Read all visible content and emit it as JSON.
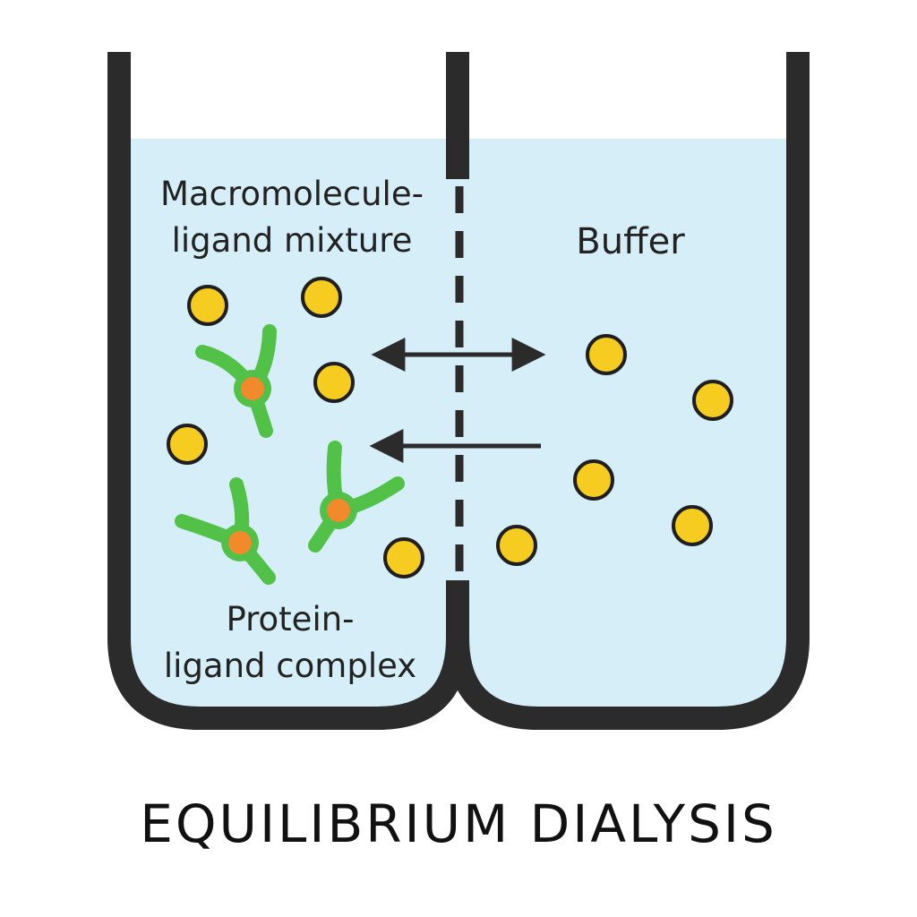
{
  "labels": {
    "left_top_line1": "Macromolecule-",
    "left_top_line2": "ligand mixture",
    "right_top": "Buffer",
    "left_bottom_line1": "Protein-",
    "left_bottom_line2": "ligand complex"
  },
  "title": "EQUILIBRIUM DIALYSIS",
  "colors": {
    "liquid": "#d6eef8",
    "vessel": "#2b2b2b",
    "ligand_fill": "#f5cc1f",
    "ligand_stroke": "#1f1f1f",
    "protein": "#52c147",
    "binding_site": "#f2892a",
    "arrow": "#2b2b2b"
  }
}
